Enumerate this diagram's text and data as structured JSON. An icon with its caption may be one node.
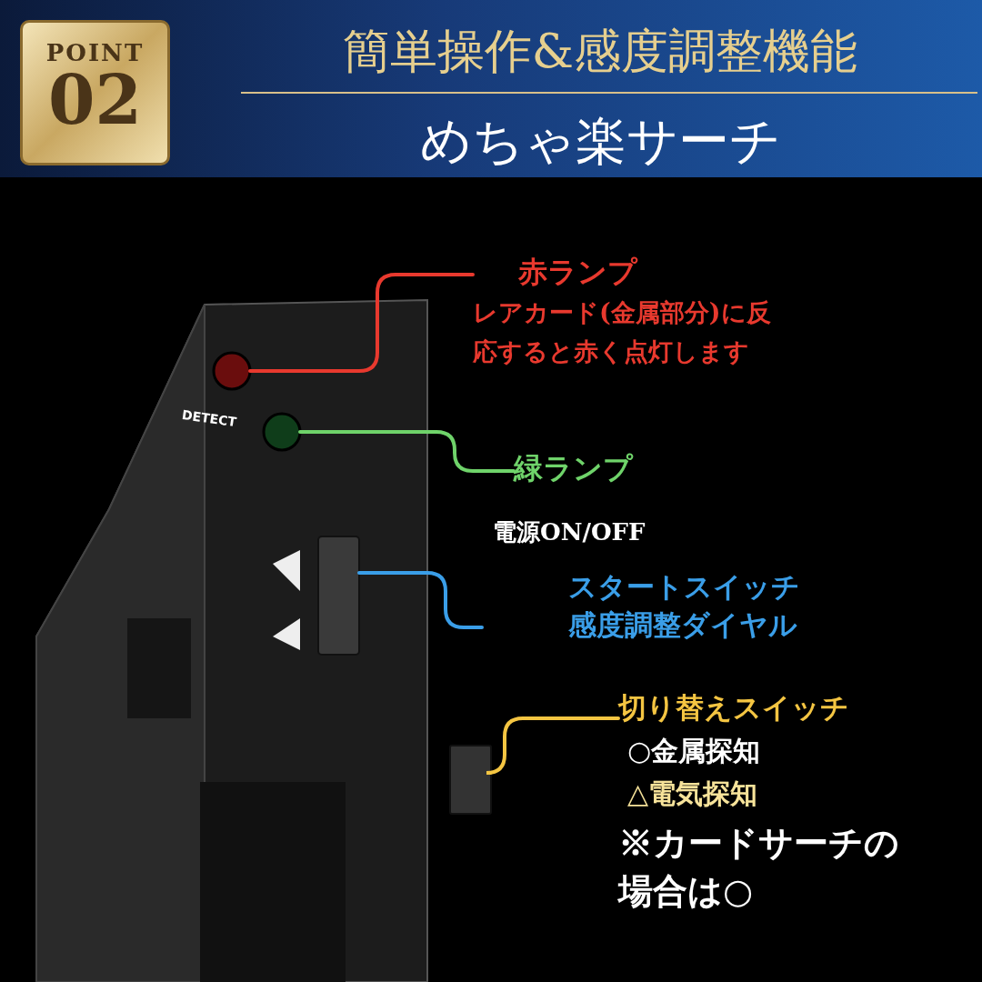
{
  "diagram": {
    "title": "簡単操作&感度調整機能",
    "nodes": [
      {
        "text": [
          "POINT",
          "02"
        ]
      },
      {
        "text": [
          "赤ランプ",
          "レアカード(金属部分)に反応すると赤く点灯します"
        ]
      },
      {
        "text": [],
        "shape": "circle"
      },
      {
        "text": [
          "緑ランプ"
        ]
      },
      {
        "text": [],
        "shape": "circle"
      },
      {
        "text": [
          "電源ON/OFF",
          "スタートスイッチ",
          "感度調整ダイヤル"
        ]
      },
      {
        "text": [],
        "shape": "bar"
      },
      {
        "text": [
          "切り替えスイッチ",
          "○金属探知",
          "△電気探知",
          "※カードサーチの場合は○"
        ]
      },
      {
        "text": [],
        "shape": "box"
      }
    ],
    "edges": [
      {
        "from": 1,
        "to": 2,
        "arrow": "none",
        "color": "#e8392e"
      },
      {
        "from": 3,
        "to": 4,
        "arrow": "none",
        "color": "#6fd36a"
      },
      {
        "from": 5,
        "to": 6,
        "arrow": "none",
        "color": "#3a9ee8"
      },
      {
        "from": 7,
        "to": 8,
        "arrow": "none",
        "color": "#f4c542"
      }
    ],
    "labels": [
      "めちゃ楽サーチ",
      "DETECT"
    ]
  }
}
